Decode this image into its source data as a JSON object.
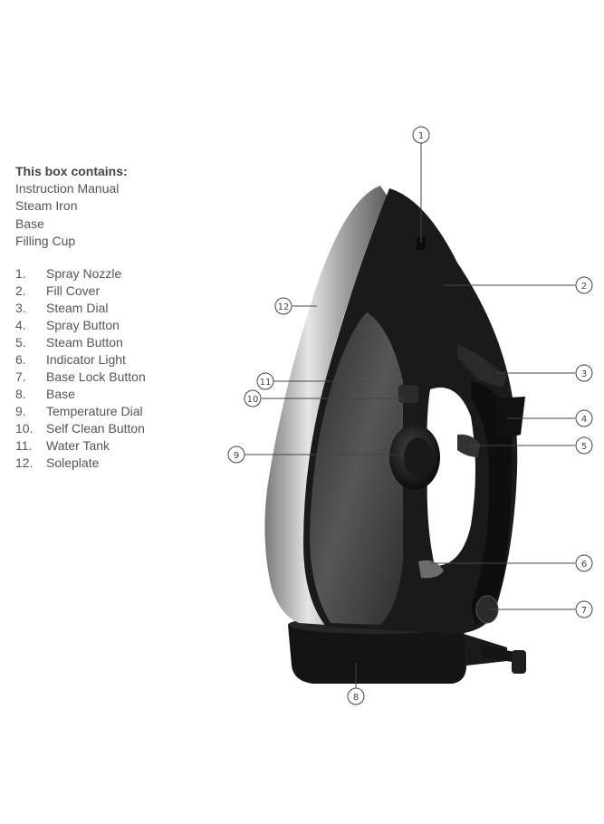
{
  "box_contents": {
    "heading": "This box contains:",
    "items": [
      "Instruction Manual",
      "Steam Iron",
      "Base",
      "Filling Cup"
    ]
  },
  "parts": [
    {
      "num": "1.",
      "name": "Spray Nozzle"
    },
    {
      "num": "2.",
      "name": "Fill Cover"
    },
    {
      "num": "3.",
      "name": "Steam Dial"
    },
    {
      "num": "4.",
      "name": "Spray Button"
    },
    {
      "num": "5.",
      "name": "Steam Button"
    },
    {
      "num": "6.",
      "name": "Indicator Light"
    },
    {
      "num": "7.",
      "name": "Base Lock Button"
    },
    {
      "num": "8.",
      "name": "Base"
    },
    {
      "num": "9.",
      "name": "Temperature Dial"
    },
    {
      "num": "10.",
      "name": "Self Clean Button"
    },
    {
      "num": "11.",
      "name": "Water Tank"
    },
    {
      "num": "12.",
      "name": "Soleplate"
    }
  ],
  "callouts": [
    "1",
    "2",
    "3",
    "4",
    "5",
    "6",
    "7",
    "8",
    "9",
    "10",
    "11",
    "12"
  ],
  "colors": {
    "body": "#1c1c1c",
    "chrome": "#c8c8c8",
    "tank": "#4a4a4a"
  }
}
